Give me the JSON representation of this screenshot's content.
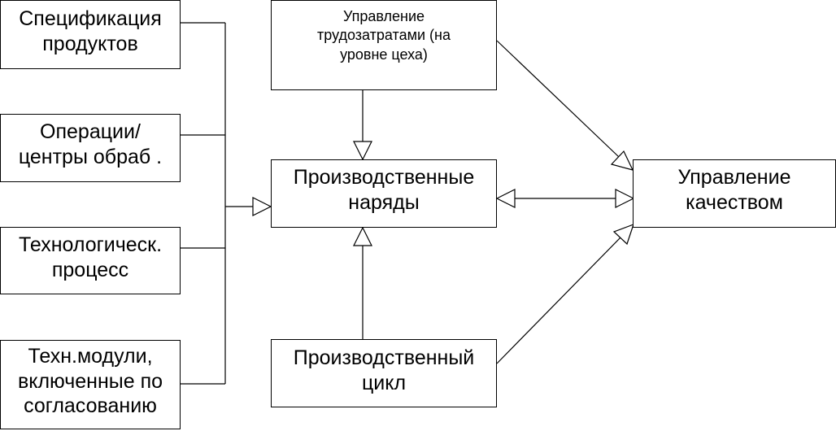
{
  "diagram": {
    "nodes": {
      "spec": "Спецификация\nпродуктов",
      "ops": "Операции/\nцентры обраб .",
      "tech": "Технологическ.\nпроцесс",
      "modules": "Техн.модули,\nвключенные по\nсогласованию",
      "labor": "Управление\nтрудозатратами (на\nуровне цеха)",
      "orders": "Производственные\nнаряды",
      "cycle": "Производственный\nцикл",
      "quality": "Управление\nкачеством"
    }
  }
}
